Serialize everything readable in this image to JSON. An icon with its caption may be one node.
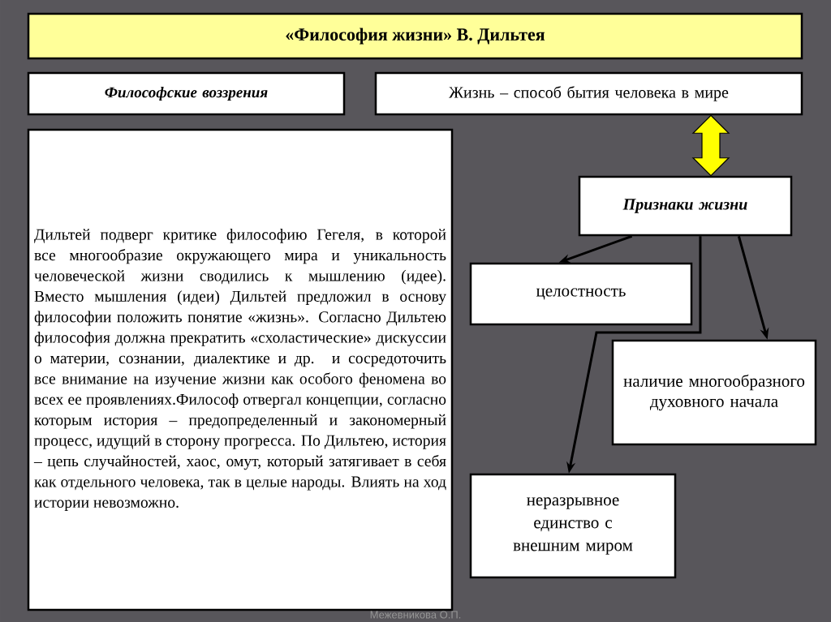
{
  "diagram": {
    "title": "«Философия жизни» В. Дильтея",
    "nodes": [
      {
        "text": [
          "Философские воззрения"
        ]
      },
      {
        "text": [
          "Жизнь – способ бытия человека в мире"
        ]
      },
      {
        "text": [
          "Дильтей подверг критике философию Гегеля, в которой все многообразие окружающего мира и уникальность человеческой жизни сводились к мышлению (идее). Вместо мышления (идеи) Дильтей предложил в основу философии положить понятие «жизнь». Согласно Дильтею философия должна прекратить «схоластические» дискуссии о материи, сознании, диалектике и др. и сосредоточить все внимание на изучение жизни как особого феномена во всех ее проявлениях.Философ отвергал концепции, согласно которым история – предопределенный и закономерный процесс, идущий в сторону прогресса. По Дильтею, история – цепь случайностей, хаос, омут, который затягивает в себя как отдельного человека, так в целые народы. Влиять на ход истории невозможно."
        ]
      },
      {
        "text": [
          "Признаки жизни"
        ]
      },
      {
        "text": [
          "целостность"
        ]
      },
      {
        "text": [
          "наличие многообразного духовного начала"
        ]
      },
      {
        "text": [
          "неразрывное единство с внешним миром"
        ]
      }
    ],
    "edges": [
      {
        "from": 1,
        "to": 3,
        "arrow": "both",
        "style": "thick",
        "color": "#ffff00"
      },
      {
        "from": 3,
        "to": 4,
        "arrow": "to"
      },
      {
        "from": 3,
        "to": 5,
        "arrow": "to"
      },
      {
        "from": 3,
        "to": 6,
        "arrow": "to"
      }
    ],
    "labels": [
      "Межевникова О.П."
    ]
  }
}
